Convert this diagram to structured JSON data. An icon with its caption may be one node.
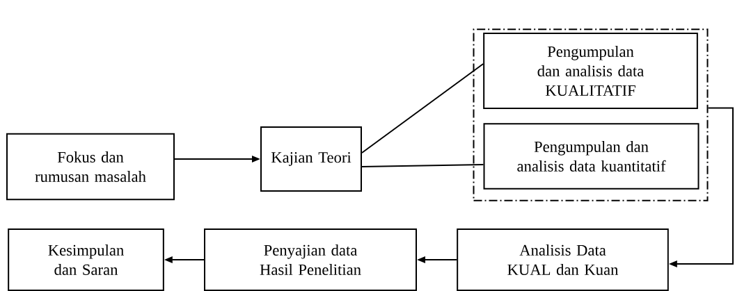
{
  "diagram": {
    "nodes": [
      {
        "text": [
          "Fokus dan rumusan masalah"
        ]
      },
      {
        "text": [
          "Kajian Teori"
        ]
      },
      {
        "text": [],
        "shape": "box"
      },
      {
        "text": [
          "Pengumpulan dan analisis data KUALITATIF"
        ],
        "in": 2
      },
      {
        "text": [
          "Pengumpulan dan analisis data kuantitatif"
        ],
        "in": 2
      },
      {
        "text": [
          "Analisis Data KUAL dan Kuan"
        ]
      },
      {
        "text": [
          "Penyajian data Hasil Penelitian"
        ]
      },
      {
        "text": [
          "Kesimpulan dan Saran"
        ]
      }
    ],
    "edges": [
      {
        "from": 0,
        "to": 1,
        "arrow": "to"
      },
      {
        "from": 1,
        "to": 3,
        "arrow": "none"
      },
      {
        "from": 1,
        "to": 4,
        "arrow": "none"
      },
      {
        "from": 2,
        "to": 5,
        "arrow": "to"
      },
      {
        "from": 5,
        "to": 6,
        "arrow": "to"
      },
      {
        "from": 6,
        "to": 7,
        "arrow": "to"
      }
    ]
  }
}
